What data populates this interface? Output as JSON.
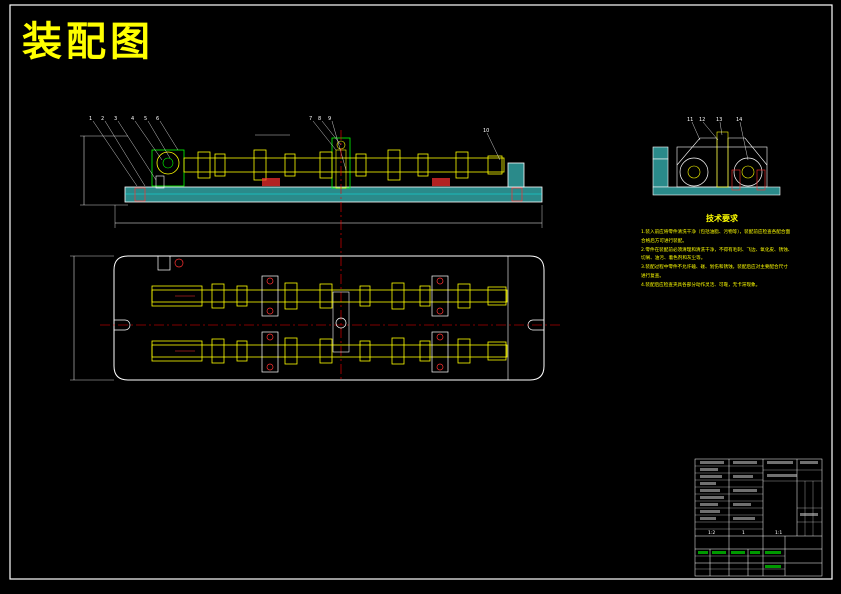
{
  "title": "装配图",
  "tech_requirements": {
    "title": "技术要求",
    "items": [
      "1.装入前应将零件清洗干净（包括油脂、污物等），装配前应检查各配合面",
      "合格后方可进行装配。",
      "2.零件在装配前必须清理和清洗干净，不得有毛刺、飞边、氧化皮、锈蚀、",
      "切屑、油污、着色剂和灰尘等。",
      "3.装配过程中零件不允许磕、碰、划伤和锈蚀，装配后应对主要配合尺寸",
      "进行复查。",
      "4.装配后应检查夹具各部分动作灵活、可靠，无卡滞现象。"
    ]
  },
  "balloons": {
    "front_left": [
      "1",
      "2",
      "3",
      "4",
      "5",
      "6"
    ],
    "front_mid": [
      "7",
      "8",
      "9"
    ],
    "front_right": [
      "10"
    ],
    "side": [
      "11",
      "12",
      "13",
      "14"
    ]
  },
  "title_block": {
    "scale_values": [
      "1:2",
      "1",
      "1:1"
    ]
  },
  "colors": {
    "frame": "#ffffff",
    "part": "#ffff00",
    "fixture": "#00ff00",
    "dimension": "#00ffff",
    "center": "#ff0000",
    "text": "#ffff00"
  }
}
